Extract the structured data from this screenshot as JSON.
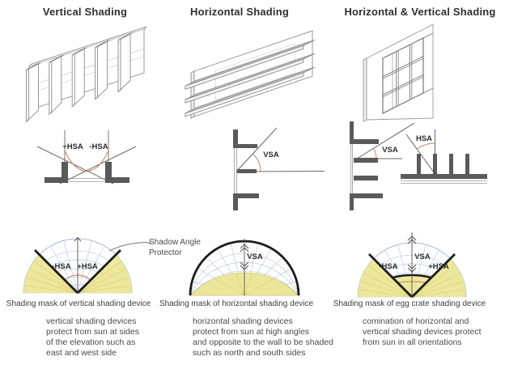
{
  "columns": [
    {
      "title": "Vertical Shading",
      "diagram_labels": {
        "plus_hsa": "+HSA",
        "minus_hsa": "-HSA"
      },
      "mask_labels": {
        "minus_hsa": "-HSA",
        "plus_hsa": "+HSA"
      },
      "mask_caption": "Shading mask of vertical shading device",
      "description_lines": [
        "vertical shading devices",
        "protect from sun at sides",
        "of the elevation such as",
        "east and west side"
      ]
    },
    {
      "title": "Horizontal Shading",
      "diagram_labels": {
        "vsa": "VSA"
      },
      "mask_labels": {
        "vsa": "VSA"
      },
      "mask_caption": "Shading mask of horizontal shading device",
      "description_lines": [
        "horizontal shading devices",
        "protect from sun at high angles",
        "and opposite to the wall to be shaded",
        "such as north and south sides"
      ]
    },
    {
      "title": "Horizontal & Vertical Shading",
      "diagram_labels": {
        "vsa": "VSA",
        "hsa": "HSA"
      },
      "mask_labels": {
        "minus_hsa": "-HSA",
        "vsa": "VSA",
        "plus_hsa": "+HSA"
      },
      "mask_caption": "Shading mask of egg crate shading device",
      "description_lines": [
        "comination of horizontal and",
        "vertical shading devices protect",
        "from sun in all orientations"
      ]
    }
  ],
  "callout": {
    "line1": "Shadow Angle",
    "line2": "Protector"
  },
  "colors": {
    "mask_fill_yellow": "#ece593",
    "protractor_grid_blue": "#abbfda",
    "angle_arc_orange": "#c8845a",
    "device_dark_gray": "#5a5a5a",
    "mask_line_black": "#1c1c1c"
  }
}
